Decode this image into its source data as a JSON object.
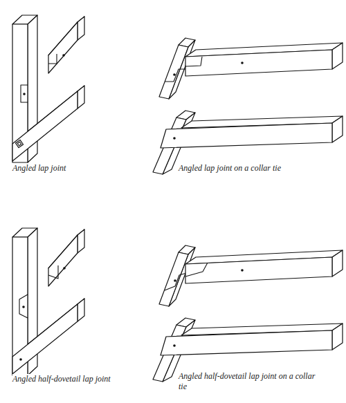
{
  "diagram": {
    "labels": [
      "Angled lap joint",
      "Angled lap joint on a collar tie",
      "Angled half-dovetail lap joint",
      "Angled half-dovetail lap joint on a collar tie"
    ]
  }
}
